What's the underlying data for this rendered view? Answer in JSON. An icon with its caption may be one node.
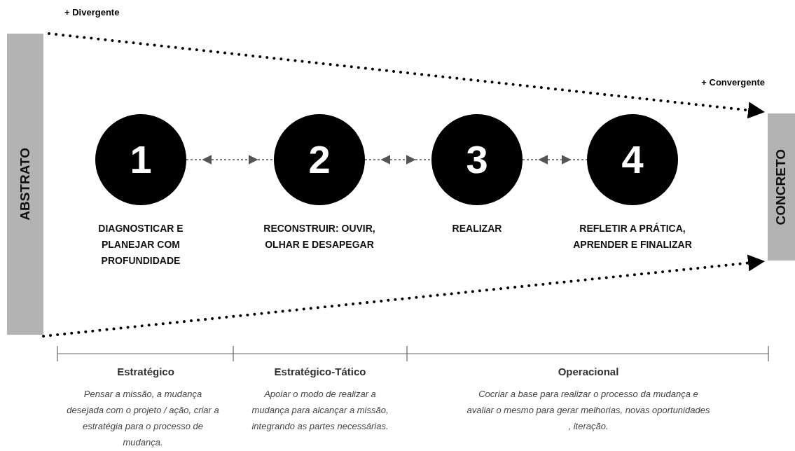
{
  "diagram": {
    "nodes": [
      {
        "text": [
          "ABSTRATO"
        ]
      },
      {
        "text": [
          "CONCRETO"
        ]
      },
      {
        "text": [
          "1"
        ],
        "beside": [
          "DIAGNOSTICAR E PLANEJAR COM PROFUNDIDADE"
        ]
      },
      {
        "text": [
          "2"
        ],
        "beside": [
          "RECONSTRUIR: OUVIR, OLHAR E DESAPEGAR"
        ]
      },
      {
        "text": [
          "3"
        ],
        "beside": [
          "REALIZAR"
        ]
      },
      {
        "text": [
          "4"
        ],
        "beside": [
          "REFLETIR A PRÁTICA, APRENDER E FINALIZAR"
        ]
      }
    ],
    "edges": [
      {
        "from": 0,
        "to": 1,
        "arrow": "to",
        "style": "dashed"
      },
      {
        "from": 0,
        "to": 1,
        "arrow": "to",
        "style": "dashed"
      },
      {
        "from": 2,
        "to": 3,
        "arrow": "both",
        "style": "dashed"
      },
      {
        "from": 3,
        "to": 4,
        "arrow": "both",
        "style": "dashed"
      },
      {
        "from": 4,
        "to": 5,
        "arrow": "both",
        "style": "dashed"
      }
    ],
    "labels": [
      "+ Divergente",
      "+ Convergente",
      "Estratégico",
      "Estratégico-Tático",
      "Operacional",
      "Pensar a missão, a mudança desejada com o projeto / ação, criar a estratégia para o processo de mudança.",
      "Apoiar o modo de realizar a mudança para alcançar a missão, integrando as partes necessárias.",
      "Cocriar a base para realizar o processo da mudança e avaliar o mesmo para gerar melhorias, novas oportunidades , iteração."
    ]
  }
}
